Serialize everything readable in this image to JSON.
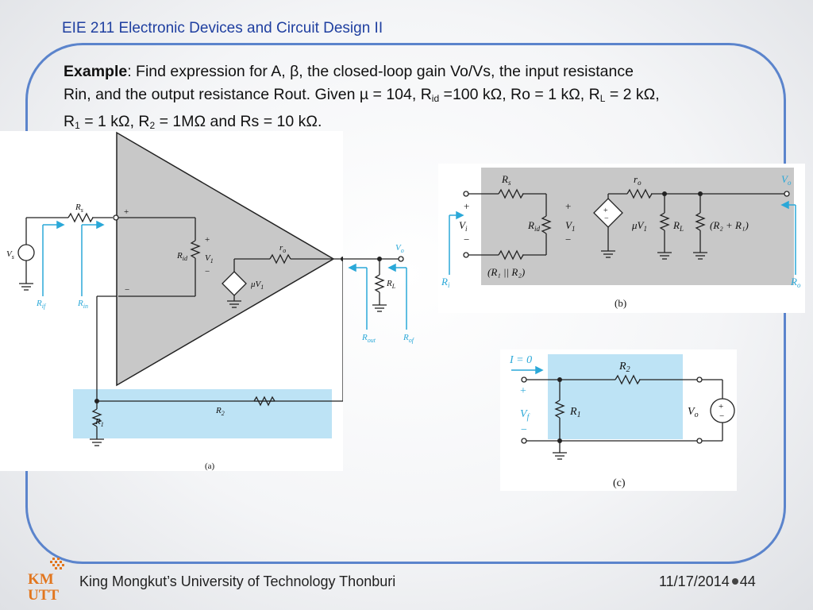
{
  "header": {
    "course_title": "EIE 211 Electronic Devices and Circuit Design II"
  },
  "problem": {
    "label": "Example",
    "l1": ": Find expression for A, β, the closed-loop gain Vo/Vs, the input resistance",
    "l2a": "Rin, and the output resistance Rout. Given µ = 104, R",
    "l2b": "id",
    "l2c": " =100 kΩ, Ro = 1 kΩ, R",
    "l2d": "L",
    "l2e": " = 2 kΩ,",
    "l3a": "R",
    "l3b": "1",
    "l3c": " = 1 kΩ, R",
    "l3d": "2",
    "l3e": " = 1MΩ and Rs = 10 kΩ."
  },
  "fig_a": {
    "caption": "(a)",
    "plus": "+",
    "minus": "−",
    "vs": "V",
    "vs_sub": "s",
    "rs": "R",
    "rs_sub": "s",
    "rid": "R",
    "rid_sub": "id",
    "v1": "V",
    "v1_sub": "1",
    "ro": "r",
    "ro_sub": "o",
    "muv1": "μV",
    "muv1_sub": "1",
    "vo": "V",
    "vo_sub": "o",
    "rl": "R",
    "rl_sub": "L",
    "rif": "R",
    "rif_sub": "if",
    "rin": "R",
    "rin_sub": "in",
    "rout": "R",
    "rout_sub": "out",
    "rof": "R",
    "rof_sub": "of",
    "r1": "R",
    "r1_sub": "1",
    "r2": "R",
    "r2_sub": "2"
  },
  "fig_b": {
    "caption": "(b)",
    "plus": "+",
    "minus": "−",
    "rs": "R",
    "rs_sub": "s",
    "ro": "r",
    "ro_sub": "o",
    "vo": "V",
    "vo_sub": "o",
    "vi": "V",
    "vi_sub": "i",
    "rid": "R",
    "rid_sub": "id",
    "v1": "V",
    "v1_sub": "1",
    "muv1": "μV",
    "muv1_sub": "1",
    "rl": "R",
    "rl_sub": "L",
    "r2r1": "(R₂ + R₁)",
    "r1r2": "(R₁ || R₂)",
    "ri": "R",
    "ri_sub": "i",
    "ro_out": "R",
    "ro_out_sub": "o"
  },
  "fig_c": {
    "caption": "(c)",
    "i0": "I = 0",
    "plus": "+",
    "minus": "−",
    "r2": "R",
    "r2_sub": "2",
    "r1": "R",
    "r1_sub": "1",
    "vf": "V",
    "vf_sub": "f",
    "vo": "V",
    "vo_sub": "o"
  },
  "footer": {
    "logo_text": "KM UTT",
    "university": "King Mongkut’s University of Technology Thonburi",
    "date": "11/17/2014",
    "page": "44"
  },
  "colors": {
    "accent_blue": "#1f3fa0",
    "frame_blue": "#5b84cc",
    "circuit_cyan": "#2aa8d8",
    "fill_gray": "#c8c8c8",
    "fill_light_blue": "#bde3f5",
    "logo_orange": "#e2761e"
  }
}
